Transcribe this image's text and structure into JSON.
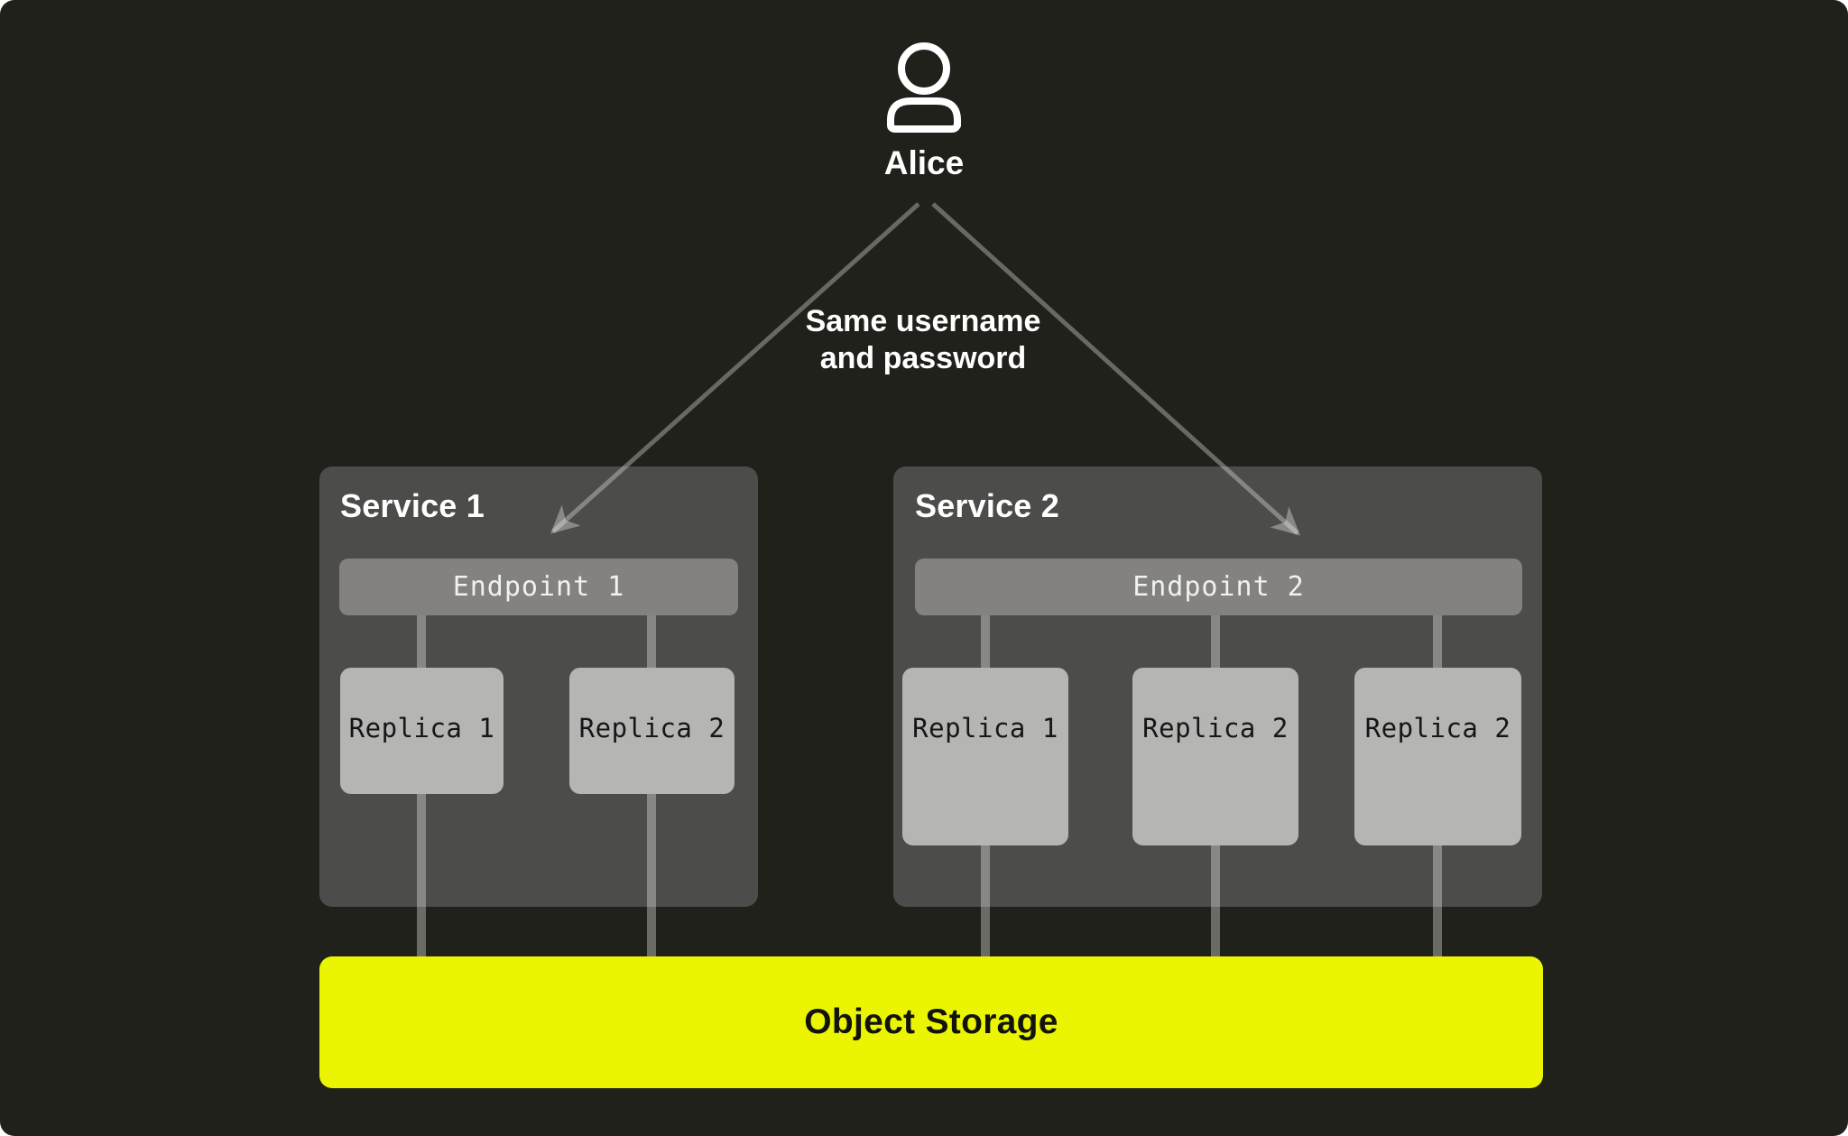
{
  "colors": {
    "background": "#21211c",
    "service_box": "#4c4c4a",
    "endpoint_bar": "#838281",
    "replica_box": "#b5b5b4",
    "storage_accent": "#ebf501",
    "connector_gray": "#6c6c68",
    "text_light": "#ffffff",
    "text_dark": "#161616"
  },
  "user": {
    "name": "Alice"
  },
  "annotation": {
    "line1": "Same username",
    "line2": "and password"
  },
  "services": [
    {
      "title": "Service 1",
      "endpoint": {
        "label": "Endpoint 1"
      },
      "replicas": [
        {
          "label": "Replica 1"
        },
        {
          "label": "Replica 2"
        }
      ]
    },
    {
      "title": "Service 2",
      "endpoint": {
        "label": "Endpoint 2"
      },
      "replicas": [
        {
          "label": "Replica 1"
        },
        {
          "label": "Replica 2"
        },
        {
          "label": "Replica 2"
        }
      ]
    }
  ],
  "storage": {
    "label": "Object Storage"
  }
}
